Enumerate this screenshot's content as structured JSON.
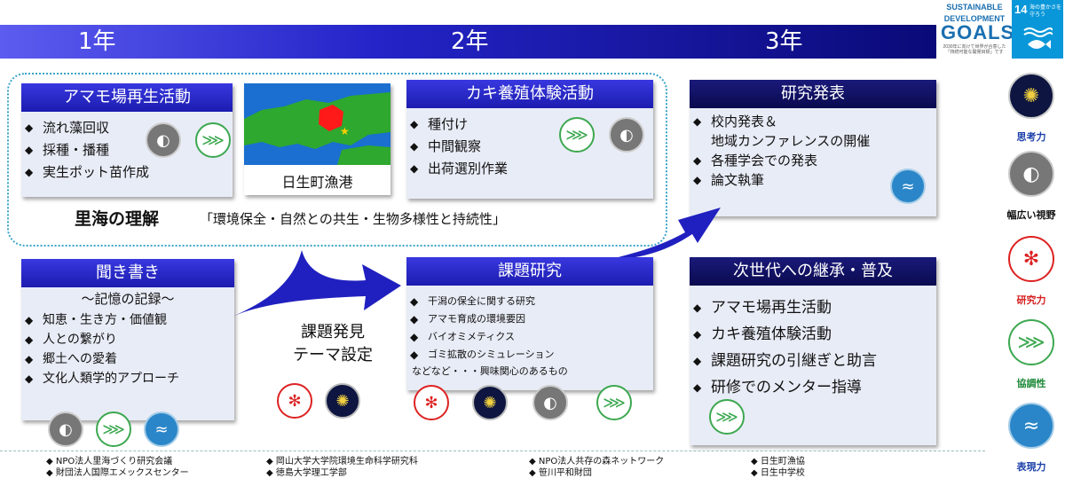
{
  "years": [
    "1年",
    "2年",
    "3年"
  ],
  "sdgs": {
    "title_line1": "SUSTAINABLE",
    "title_line2": "DEVELOPMENT",
    "title_line3": "GOALS",
    "caption": "2030年に向けて世界が合意した「持続可能な開発目標」です",
    "goal_number": "14",
    "goal_title": "海の豊かさを守ろう"
  },
  "amamo_panel": {
    "header": "アマモ場再生活動",
    "items": [
      "流れ藻回収",
      "採種・播種",
      "実生ポット苗作成"
    ]
  },
  "map": {
    "caption": "日生町漁港"
  },
  "kaki_panel": {
    "header": "カキ養殖体験活動",
    "items": [
      "種付け",
      "中間観察",
      "出荷選別作業"
    ]
  },
  "satoumi": {
    "title": "里海の理解",
    "subtitle": "「環境保全・自然との共生・生物多様性と持続性」"
  },
  "presentation_panel": {
    "header": "研究発表",
    "items": [
      "校内発表＆\n地域カンファレンスの開催",
      "各種学会での発表",
      "論文執筆"
    ]
  },
  "interview_panel": {
    "header": "聞き書き",
    "subtitle": "～記憶の記録～",
    "items": [
      "知恵・生き方・価値観",
      "人との繋がり",
      "郷土への愛着",
      "文化人類学的アプローチ"
    ]
  },
  "theme": {
    "line1": "課題発見",
    "line2": "テーマ設定"
  },
  "research_panel": {
    "header": "課題研究",
    "items": [
      "干潟の保全に関する研究",
      "アマモ育成の環境要因",
      "バイオミメティクス",
      "ゴミ拡散のシミュレーション"
    ],
    "note": "などなど・・・興味関心のあるもの"
  },
  "succession_panel": {
    "header": "次世代への継承・普及",
    "items": [
      "アマモ場再生活動",
      "カキ養殖体験活動",
      "課題研究の引継ぎと助言",
      "研修でのメンター指導"
    ]
  },
  "skills": [
    {
      "label": "思考力",
      "color": "#1a3fa8"
    },
    {
      "label": "幅広い視野",
      "color": "#111111"
    },
    {
      "label": "研究力",
      "color": "#d42020"
    },
    {
      "label": "協調性",
      "color": "#1f8a3a"
    },
    {
      "label": "表現力",
      "color": "#1a3fa8"
    }
  ],
  "partners": [
    "NPO法人里海づくり研究会議",
    "財団法人国際エメックスセンター",
    "岡山大学大学院環境生命科学研究科",
    "徳島大学理工学部",
    "NPO法人共存の森ネットワーク",
    "笹川平和財団",
    "日生町漁協",
    "日生中学校"
  ]
}
